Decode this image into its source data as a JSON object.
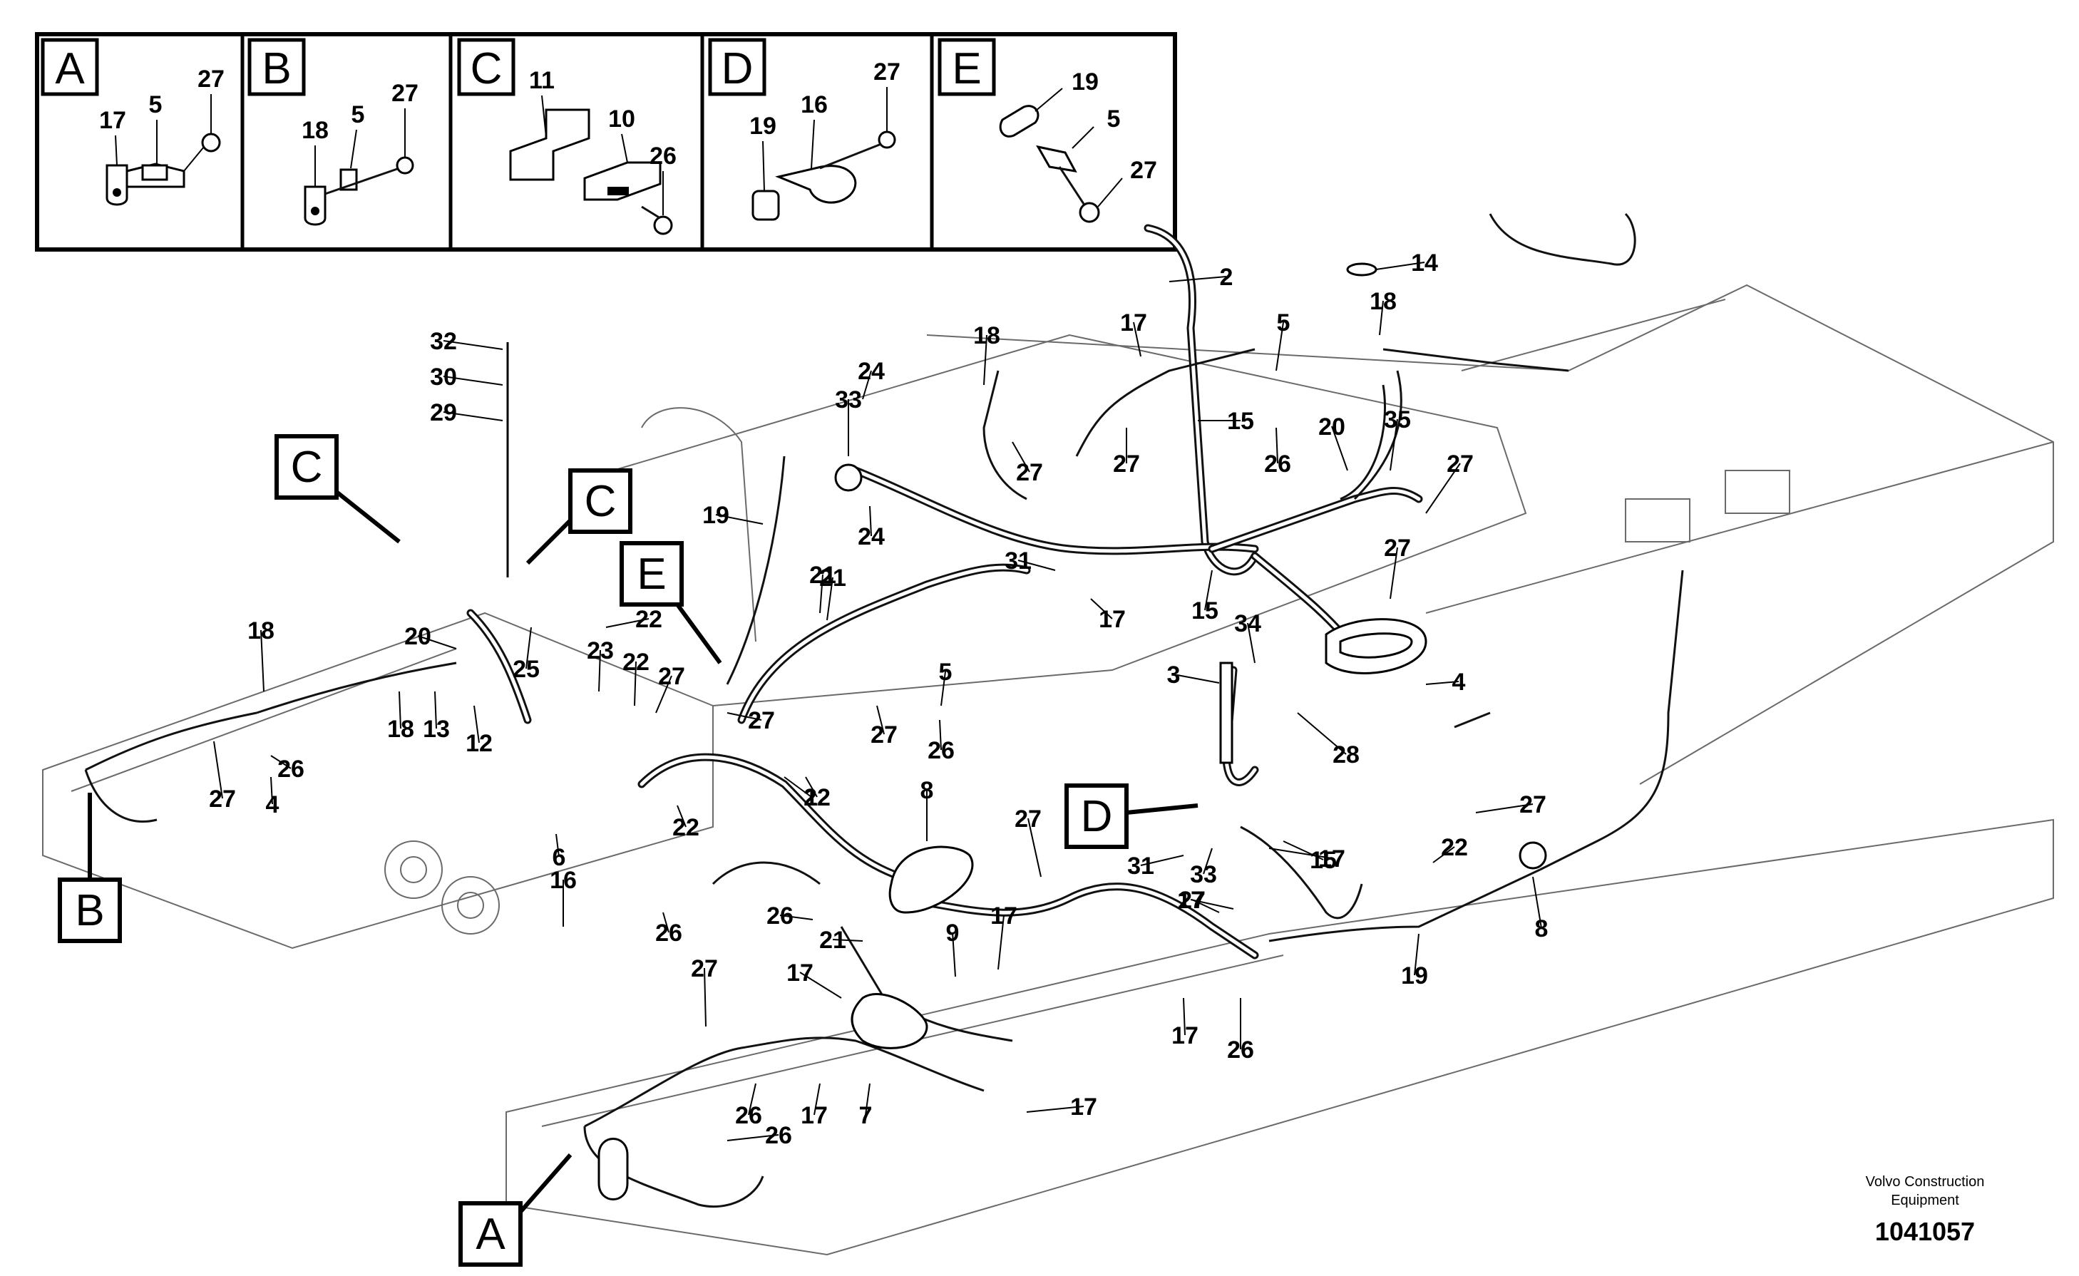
{
  "detail_panels": [
    {
      "letter": "A",
      "labels": [
        "27",
        "17",
        "5"
      ]
    },
    {
      "letter": "B",
      "labels": [
        "27",
        "5",
        "18"
      ]
    },
    {
      "letter": "C",
      "labels": [
        "11",
        "10",
        "26"
      ]
    },
    {
      "letter": "D",
      "labels": [
        "27",
        "16",
        "19"
      ]
    },
    {
      "letter": "E",
      "labels": [
        "19",
        "5",
        "27"
      ]
    }
  ],
  "view_callouts": [
    "C",
    "C",
    "E",
    "D",
    "B",
    "A"
  ],
  "part_labels": [
    "2",
    "14",
    "18",
    "17",
    "5",
    "15",
    "26",
    "35",
    "20",
    "27",
    "24",
    "33",
    "18",
    "27",
    "27",
    "32",
    "30",
    "29",
    "24",
    "19",
    "31",
    "21",
    "17",
    "15",
    "27",
    "34",
    "3",
    "4",
    "28",
    "22",
    "18",
    "20",
    "25",
    "23",
    "22",
    "27",
    "21",
    "5",
    "27",
    "26",
    "18",
    "13",
    "12",
    "27",
    "26",
    "4",
    "22",
    "27",
    "22",
    "6",
    "1",
    "8",
    "27",
    "33",
    "15",
    "27",
    "8",
    "31",
    "17",
    "22",
    "17",
    "27",
    "19",
    "16",
    "26",
    "26",
    "21",
    "9",
    "17",
    "17",
    "26",
    "17",
    "27",
    "26",
    "17",
    "7",
    "17",
    "26"
  ],
  "credit": {
    "line1": "Volvo Construction",
    "line2": "Equipment"
  },
  "drawing_code": "1041057"
}
